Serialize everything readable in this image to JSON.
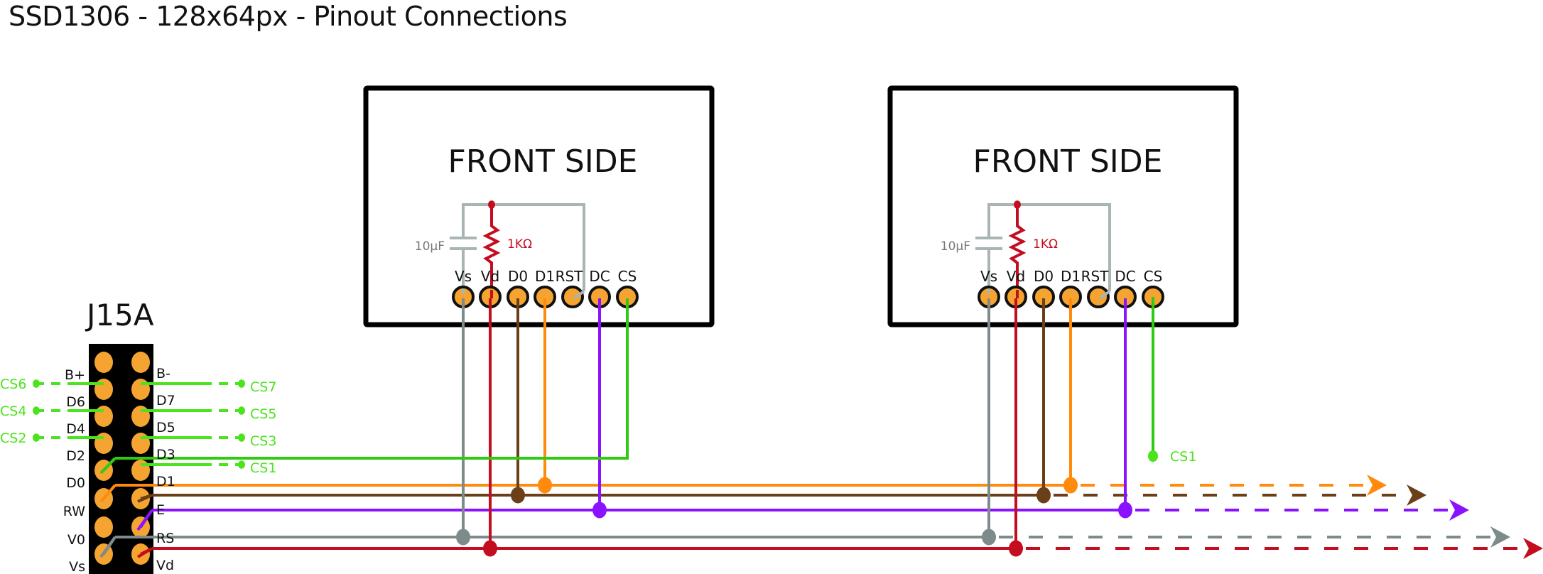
{
  "title": "SSD1306 - 128x64px - Pinout Connections",
  "colors": {
    "pad": "#f6a431",
    "header_body": "#000000",
    "vs": "#7d8b8b",
    "vd": "#c40d1e",
    "d0": "#6b4019",
    "d1": "#ff8a0c",
    "dc": "#8b12ff",
    "cs_bus": "#2ecc11",
    "cs_label": "#4be31c",
    "rst_net": "#a9b4b4",
    "capacitor": "#a9b4b4",
    "resistor": "#c40d1e"
  },
  "header": {
    "name": "J15A",
    "rows": [
      {
        "left": "B+",
        "right": "B-"
      },
      {
        "left": "D6",
        "right": "D7"
      },
      {
        "left": "D4",
        "right": "D5"
      },
      {
        "left": "D2",
        "right": "D3"
      },
      {
        "left": "D0",
        "right": "D1"
      },
      {
        "left": "RW",
        "right": "E"
      },
      {
        "left": "V0",
        "right": "RS"
      },
      {
        "left": "Vs",
        "right": "Vd"
      }
    ],
    "cs_stubs_left": [
      {
        "label": "CS6",
        "pin": "D6"
      },
      {
        "label": "CS4",
        "pin": "D4"
      },
      {
        "label": "CS2",
        "pin": "D2"
      }
    ],
    "cs_stubs_right": [
      {
        "label": "CS7",
        "pin": "D7"
      },
      {
        "label": "CS5",
        "pin": "D5"
      },
      {
        "label": "CS3",
        "pin": "D3"
      },
      {
        "label": "CS1",
        "pin": "D1"
      }
    ]
  },
  "modules": [
    {
      "label": "FRONT SIDE",
      "pins": [
        "Vs",
        "Vd",
        "D0",
        "D1",
        "RST",
        "DC",
        "CS"
      ],
      "capacitor": "10µF",
      "resistor": "1KΩ",
      "cs_connection": "D0 (header)"
    },
    {
      "label": "FRONT SIDE",
      "pins": [
        "Vs",
        "Vd",
        "D0",
        "D1",
        "RST",
        "DC",
        "CS"
      ],
      "capacitor": "10µF",
      "resistor": "1KΩ",
      "cs_connection": "CS1"
    }
  ],
  "nets": [
    {
      "name": "D1",
      "header_pin": "RW",
      "module_pin": "D1",
      "color_key": "d1",
      "continues": true
    },
    {
      "name": "D0",
      "header_pin": "E",
      "module_pin": "D0",
      "color_key": "d0",
      "continues": true
    },
    {
      "name": "DC",
      "header_pin": "RS",
      "module_pin": "DC",
      "color_key": "dc",
      "continues": true
    },
    {
      "name": "Vs",
      "header_pin": "Vs",
      "module_pin": "Vs",
      "color_key": "vs",
      "continues": true
    },
    {
      "name": "Vd",
      "header_pin": "Vd",
      "module_pin": "Vd",
      "color_key": "vd",
      "continues": true
    },
    {
      "name": "CS",
      "header_pin": "D0",
      "module_pin": "CS",
      "color_key": "cs_bus",
      "continues": false
    }
  ],
  "module2_cs_label": "CS1"
}
